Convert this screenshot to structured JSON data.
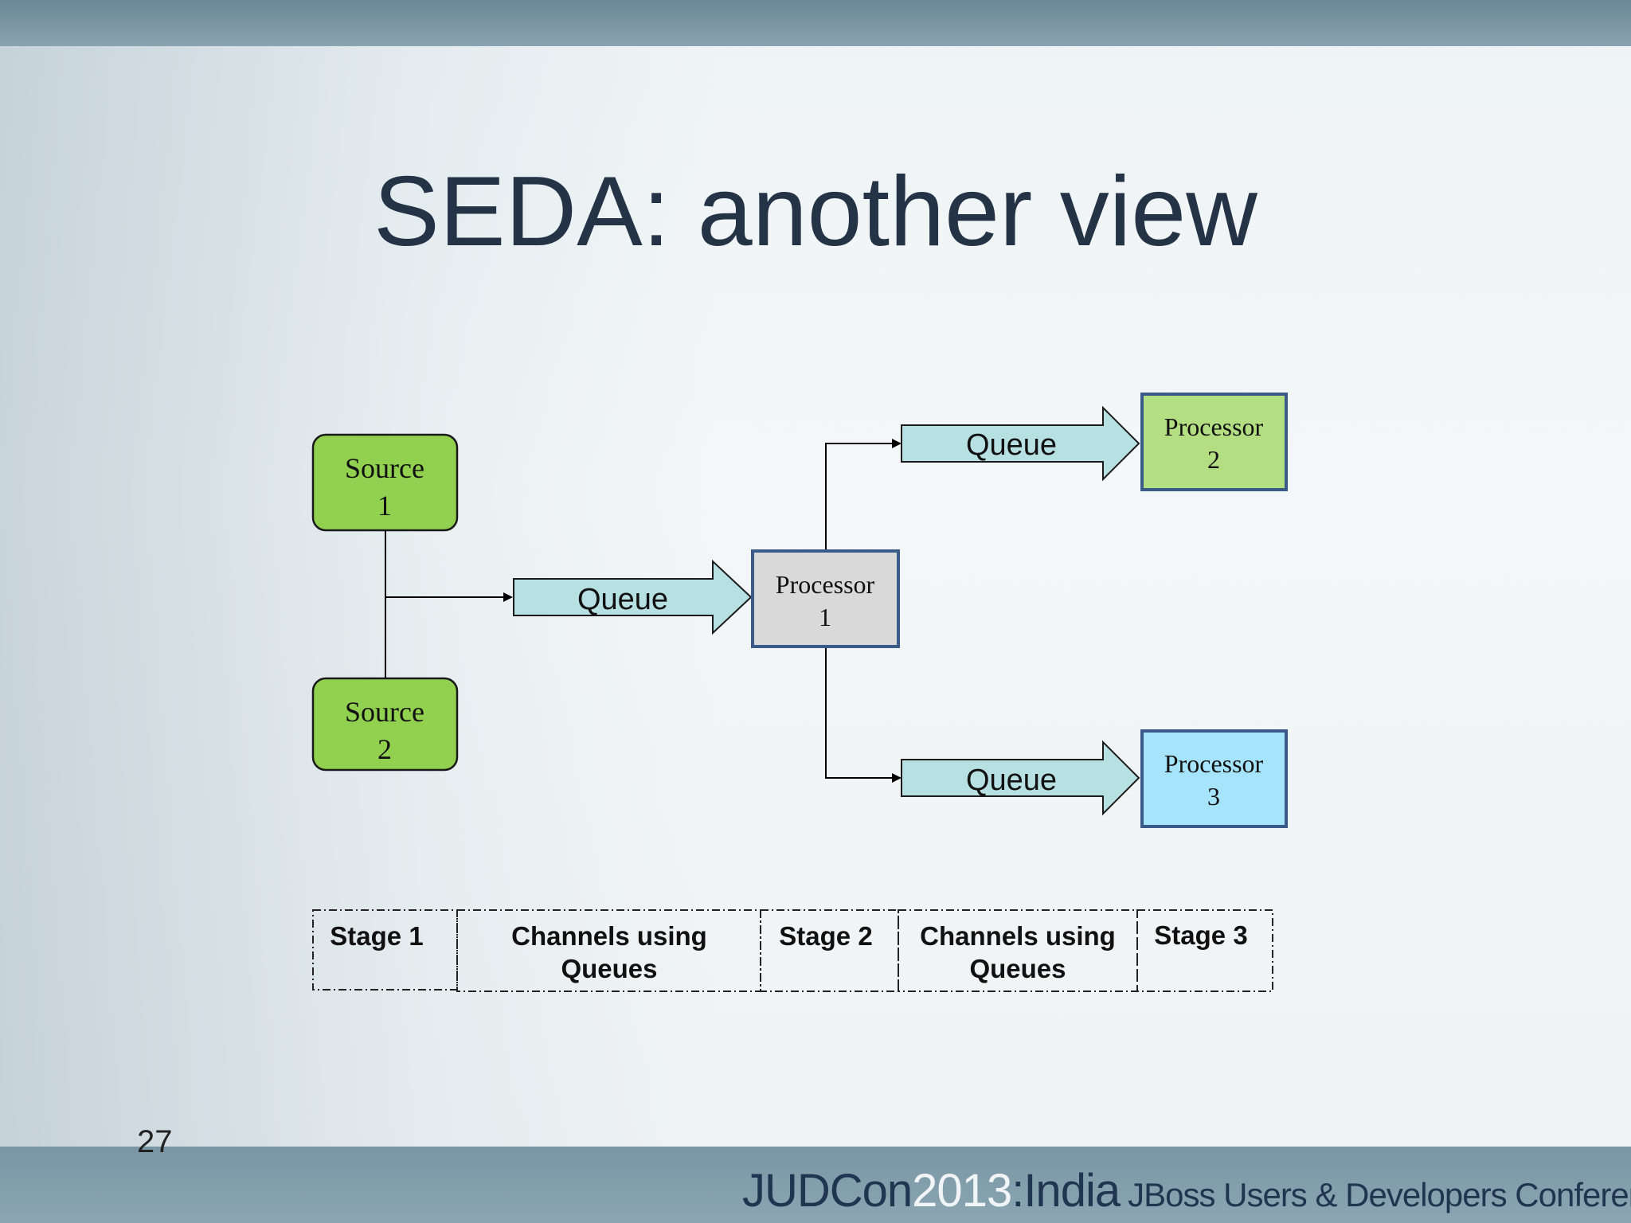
{
  "title": "SEDA: another view",
  "page_number": "27",
  "footer": {
    "judcon": "JUDCon",
    "year": "2013",
    "india": ":India",
    "subtitle": "JBoss Users & Developers Conference"
  },
  "nodes": {
    "source1": {
      "line1": "Source",
      "line2": "1"
    },
    "source2": {
      "line1": "Source",
      "line2": "2"
    },
    "queue1": "Queue",
    "processor1": {
      "line1": "Processor",
      "line2": "1"
    },
    "queue2": "Queue",
    "queue3": "Queue",
    "processor2": {
      "line1": "Processor",
      "line2": "2"
    },
    "processor3": {
      "line1": "Processor",
      "line2": "3"
    }
  },
  "stages": {
    "stage1": "Stage 1",
    "channels1": {
      "line1": "Channels using",
      "line2": "Queues"
    },
    "stage2": "Stage 2",
    "channels2": {
      "line1": "Channels using",
      "line2": "Queues"
    },
    "stage3": "Stage 3"
  },
  "colors": {
    "source": "#92d050",
    "queue": "#b7e0e3",
    "processor1": "#d9d9d9",
    "processor2": "#b3de82",
    "processor3": "#a6e4fb",
    "processor_border": "#3a5a8a",
    "title": "#243446"
  }
}
